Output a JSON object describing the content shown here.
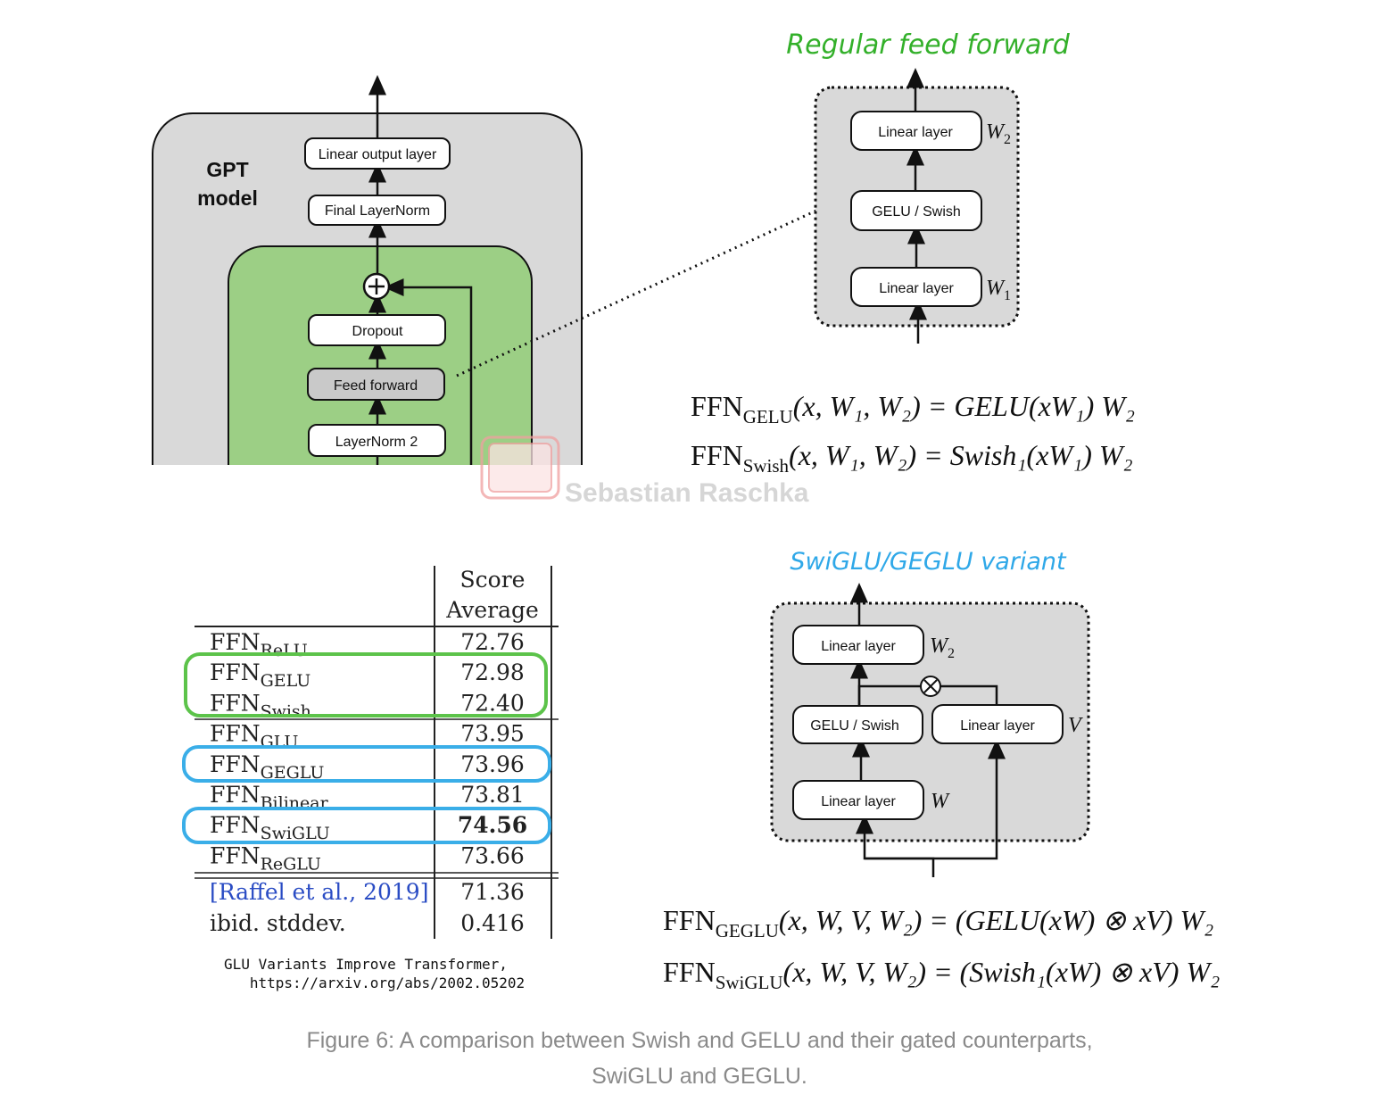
{
  "gpt_model": {
    "label_line1": "GPT",
    "label_line2": "model",
    "blocks": {
      "linear_output": "Linear output layer",
      "final_layernorm": "Final LayerNorm",
      "dropout": "Dropout",
      "feed_forward": "Feed forward",
      "layernorm2": "LayerNorm 2"
    }
  },
  "regular_ff": {
    "title": "Regular feed forward",
    "linear_top": "Linear layer",
    "activation": "GELU / Swish",
    "linear_bottom": "Linear layer",
    "w2": "W",
    "w2_sub": "2",
    "w1": "W",
    "w1_sub": "1"
  },
  "formulas_regular": {
    "gelu": {
      "prefix": "FFN",
      "sub": "GELU",
      "body": "(x, W₁, W₂) = GELU(xW₁) W₂"
    },
    "swish": {
      "prefix": "FFN",
      "sub": "Swish",
      "body": "(x, W₁, W₂) = Swish₁(xW₁) W₂"
    }
  },
  "watermark": "Sebastian Raschka",
  "table": {
    "header_line1": "Score",
    "header_line2": "Average",
    "rows": [
      {
        "name": "FFN",
        "sub": "ReLU",
        "value": "72.76",
        "bold": false
      },
      {
        "name": "FFN",
        "sub": "GELU",
        "value": "72.98",
        "bold": false
      },
      {
        "name": "FFN",
        "sub": "Swish",
        "value": "72.40",
        "bold": false
      },
      {
        "name": "FFN",
        "sub": "GLU",
        "value": "73.95",
        "bold": false
      },
      {
        "name": "FFN",
        "sub": "GEGLU",
        "value": "73.96",
        "bold": false
      },
      {
        "name": "FFN",
        "sub": "Bilinear",
        "value": "73.81",
        "bold": false
      },
      {
        "name": "FFN",
        "sub": "SwiGLU",
        "value": "74.56",
        "bold": true
      },
      {
        "name": "FFN",
        "sub": "ReGLU",
        "value": "73.66",
        "bold": false
      }
    ],
    "footer": [
      {
        "name": "[Raffel et al., 2019]",
        "value": "71.36"
      },
      {
        "name": "ibid. stddev.",
        "value": "0.416"
      }
    ],
    "citation_line1": "GLU Variants Improve Transformer,",
    "citation_line2": "https://arxiv.org/abs/2002.05202"
  },
  "swiglu": {
    "title": "SwiGLU/GEGLU variant",
    "linear_top": "Linear layer",
    "activation": "GELU / Swish",
    "linear_v": "Linear layer",
    "linear_bottom": "Linear layer",
    "w2": "W",
    "w2_sub": "2",
    "v": "V",
    "w": "W"
  },
  "formulas_gated": {
    "geglu": {
      "prefix": "FFN",
      "sub": "GEGLU",
      "body": "(x, W, V, W₂) = (GELU(xW) ⊗ xV) W₂"
    },
    "swiglu": {
      "prefix": "FFN",
      "sub": "SwiGLU",
      "body": "(x, W, V, W₂) = (Swish₁(xW) ⊗ xV) W₂"
    }
  },
  "caption": {
    "line1": "Figure 6: A comparison between Swish and GELU and their gated counterparts,",
    "line2": "SwiGLU and GEGLU."
  },
  "colors": {
    "green_highlight": "#5cc34a",
    "blue_highlight": "#3aaee8",
    "gray_bg": "#d9d9d9",
    "green_bg": "#9ccf85"
  }
}
